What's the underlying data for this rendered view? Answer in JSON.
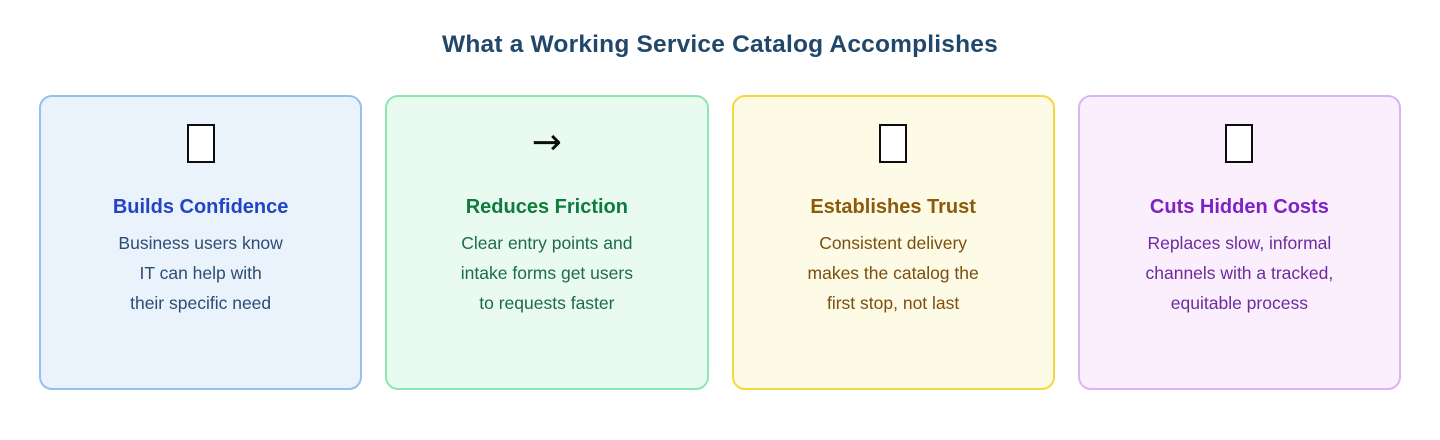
{
  "page": {
    "title": "What a Working Service Catalog Accomplishes",
    "title_color": "#21486b",
    "background": "#ffffff"
  },
  "cards": [
    {
      "id": "builds-confidence",
      "icon": {
        "name": "missing-glyph-box",
        "char": ""
      },
      "title": "Builds Confidence",
      "body_lines": [
        "Business users know",
        "IT can help with",
        "their specific need"
      ],
      "colors": {
        "background": "#eaf2fc",
        "border": "#92c1ef",
        "title": "#2444c6",
        "body": "#2c4d74"
      }
    },
    {
      "id": "reduces-friction",
      "icon": {
        "name": "right-arrow",
        "char": "→"
      },
      "title": "Reduces Friction",
      "body_lines": [
        "Clear entry points and",
        "intake forms get users",
        "to requests faster"
      ],
      "colors": {
        "background": "#e9faf0",
        "border": "#8ce7ad",
        "title": "#0f7c3e",
        "body": "#1d6a4f"
      }
    },
    {
      "id": "establishes-trust",
      "icon": {
        "name": "missing-glyph-box",
        "char": ""
      },
      "title": "Establishes Trust",
      "body_lines": [
        "Consistent delivery",
        "makes the catalog the",
        "first stop, not last"
      ],
      "colors": {
        "background": "#fdfae6",
        "border": "#f6d73e",
        "title": "#8c5a0b",
        "body": "#7a4f0f"
      }
    },
    {
      "id": "cuts-hidden-costs",
      "icon": {
        "name": "missing-glyph-box",
        "char": ""
      },
      "title": "Cuts Hidden Costs",
      "body_lines": [
        "Replaces slow, informal",
        "channels with a tracked,",
        "equitable process"
      ],
      "colors": {
        "background": "#fbeffe",
        "border": "#dab4f3",
        "title": "#7d22c4",
        "body": "#6d2b9e"
      }
    }
  ]
}
